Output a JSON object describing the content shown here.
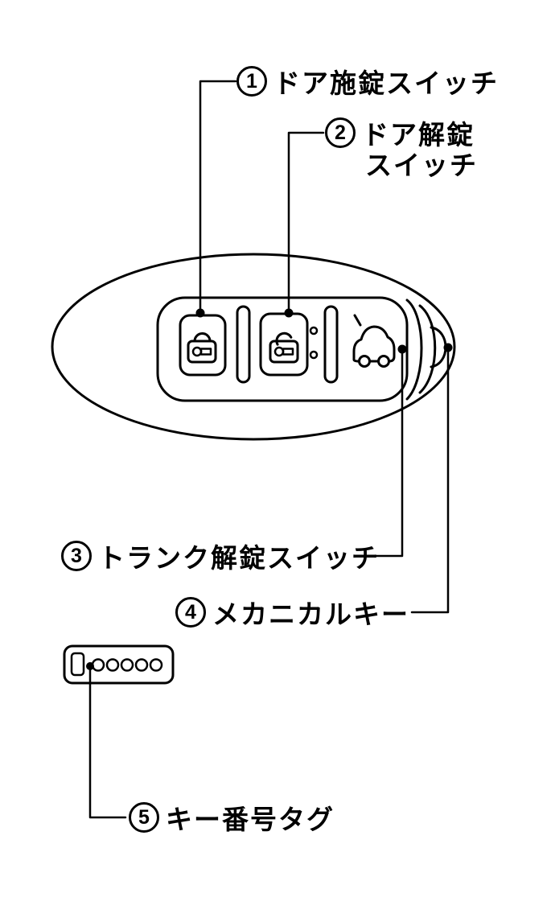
{
  "page": {
    "background": "#ffffff",
    "line_color": "#000000"
  },
  "labels": {
    "door_lock": {
      "num": "1",
      "text": "ドア施錠スイッチ"
    },
    "door_unlock": {
      "num": "2",
      "line1": "ドア解錠",
      "line2": "スイッチ"
    },
    "trunk_unlock": {
      "num": "3",
      "text": "トランク解錠スイッチ"
    },
    "mechanical_key": {
      "num": "4",
      "text": "メカニカルキー"
    },
    "key_number_tag": {
      "num": "5",
      "text": "キー番号タグ"
    }
  },
  "icons": {
    "lock": "lock-icon",
    "unlock": "unlock-icon",
    "trunk": "car-trunk-icon",
    "tag": "key-number-tag-icon"
  }
}
